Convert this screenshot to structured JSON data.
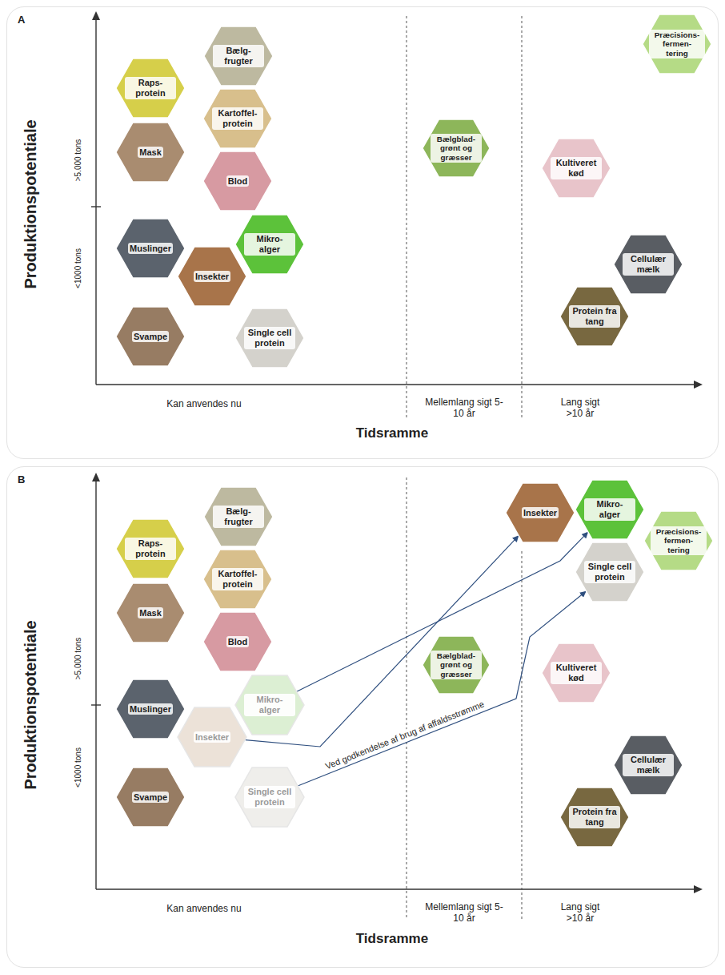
{
  "diagram": {
    "nodes": [
      {
        "text": [
          "A"
        ]
      },
      {
        "text": [
          "Bælg- frugter"
        ],
        "in": 0
      },
      {
        "text": [
          "Raps- protein"
        ],
        "in": 0
      },
      {
        "text": [
          "Kartoffel- protein"
        ],
        "in": 0
      },
      {
        "text": [
          "Mask"
        ],
        "in": 0
      },
      {
        "text": [
          "Blod"
        ],
        "in": 0
      },
      {
        "text": [
          "Muslinger"
        ],
        "in": 0
      },
      {
        "text": [
          "Mikro- alger"
        ],
        "in": 0
      },
      {
        "text": [
          "Insekter"
        ],
        "in": 0
      },
      {
        "text": [
          "Svampe"
        ],
        "in": 0
      },
      {
        "text": [
          "Single cell protein"
        ],
        "in": 0
      },
      {
        "text": [
          "Bælgblad- grønt og græsser"
        ],
        "in": 0
      },
      {
        "text": [
          "Præcisions- fermen- tering"
        ],
        "in": 0
      },
      {
        "text": [
          "Kultiveret kød"
        ],
        "in": 0
      },
      {
        "text": [
          "Cellulær mælk"
        ],
        "in": 0
      },
      {
        "text": [
          "Protein fra tang"
        ],
        "in": 0
      },
      {
        "text": [
          "B"
        ]
      },
      {
        "text": [
          "Bælg- frugter"
        ],
        "in": 16
      },
      {
        "text": [
          "Raps- protein"
        ],
        "in": 16
      },
      {
        "text": [
          "Kartoffel- protein"
        ],
        "in": 16
      },
      {
        "text": [
          "Mask"
        ],
        "in": 16
      },
      {
        "text": [
          "Blod"
        ],
        "in": 16
      },
      {
        "text": [
          "Muslinger"
        ],
        "in": 16
      },
      {
        "text": [
          "Mikro- alger"
        ],
        "in": 16
      },
      {
        "text": [
          "Insekter"
        ],
        "in": 16
      },
      {
        "text": [
          "Svampe"
        ],
        "in": 16
      },
      {
        "text": [
          "Single cell protein"
        ],
        "in": 16
      },
      {
        "text": [
          "Bælgblad- grønt og græsser"
        ],
        "in": 16
      },
      {
        "text": [
          "Insekter"
        ],
        "in": 16
      },
      {
        "text": [
          "Mikro- alger"
        ],
        "in": 16
      },
      {
        "text": [
          "Præcisions- fermen- tering"
        ],
        "in": 16
      },
      {
        "text": [
          "Single cell protein"
        ],
        "in": 16
      },
      {
        "text": [
          "Kultiveret kød"
        ],
        "in": 16
      },
      {
        "text": [
          "Cellulær mælk"
        ],
        "in": 16
      },
      {
        "text": [
          "Protein fra tang"
        ],
        "in": 16
      }
    ],
    "edges": [
      {
        "from": 24,
        "to": 28,
        "arrow": "to"
      },
      {
        "from": 23,
        "to": 29,
        "arrow": "to"
      },
      {
        "from": 26,
        "to": 31,
        "arrow": "to",
        "label": "Ved godkendelse af brug af affaldsstrømme"
      }
    ],
    "labels": [
      "Produktionspotentiale",
      ">5.000 tons",
      "<1000 tons",
      "Kan anvendes nu",
      "Mellemlang sigt 5-10 år",
      "Lang sigt >10 år",
      "Tidsramme",
      "Produktionspotentiale",
      ">5.000 tons",
      "<1000 tons",
      "Kan anvendes nu",
      "Mellemlang sigt 5-10 år",
      "Lang sigt >10 år",
      "Tidsramme"
    ]
  }
}
